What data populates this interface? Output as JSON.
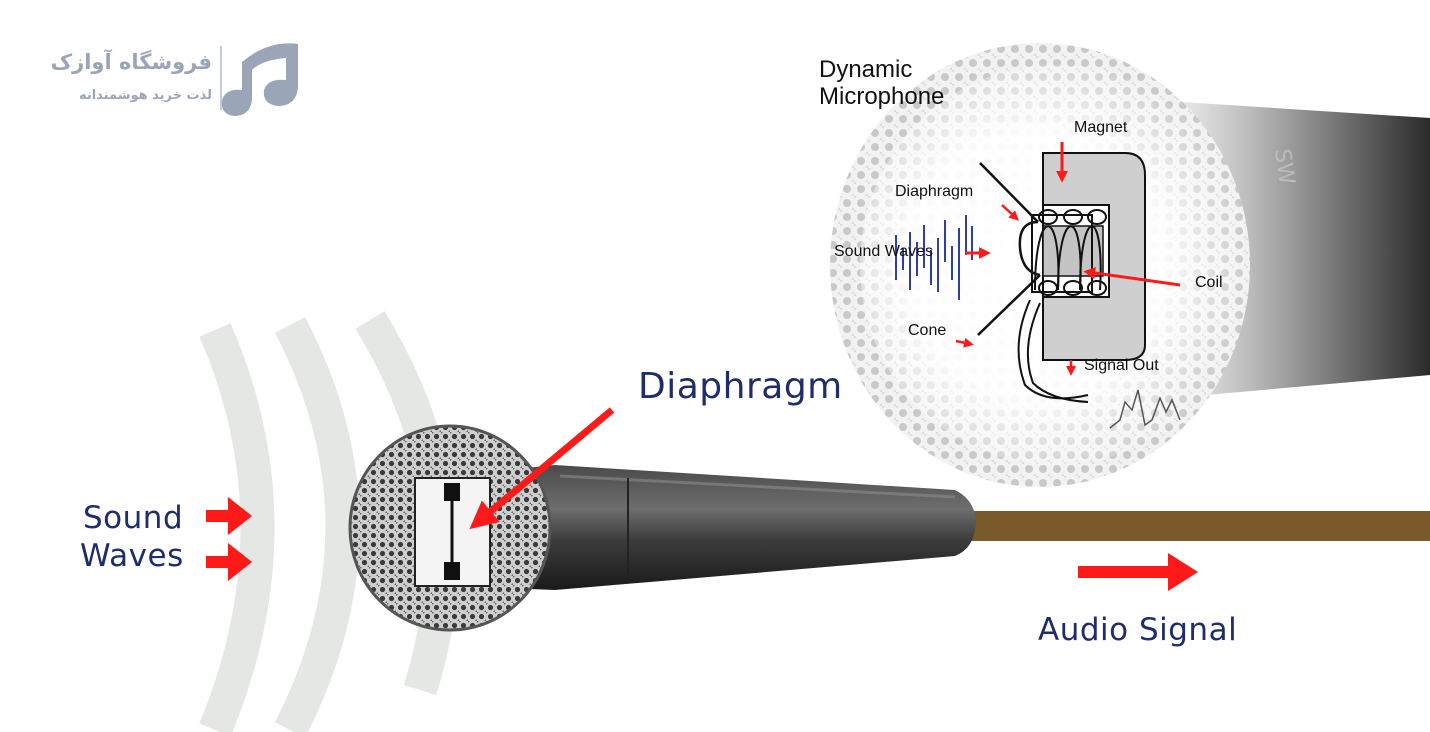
{
  "logo": {
    "name": "فروشگاه آوازک",
    "tagline": "لذت خرید هوشمندانه",
    "icon": "music-note-icon"
  },
  "main_diagram": {
    "sound_waves_line1": "Sound",
    "sound_waves_line2": "Waves",
    "diaphragm": "Diaphragm",
    "audio_signal": "Audio Signal"
  },
  "inset": {
    "title_line1": "Dynamic",
    "title_line2": "Microphone",
    "magnet": "Magnet",
    "diaphragm": "Diaphragm",
    "sound_waves": "Sound Waves",
    "coil": "Coil",
    "cone": "Cone",
    "signal_out": "Signal Out"
  },
  "colors": {
    "arrow": "#ff1a1a",
    "label_text": "#1f2d6b",
    "cable": "#7a5a2a",
    "waveform": "#1a2a9a",
    "logo": "#9aa6b8"
  }
}
